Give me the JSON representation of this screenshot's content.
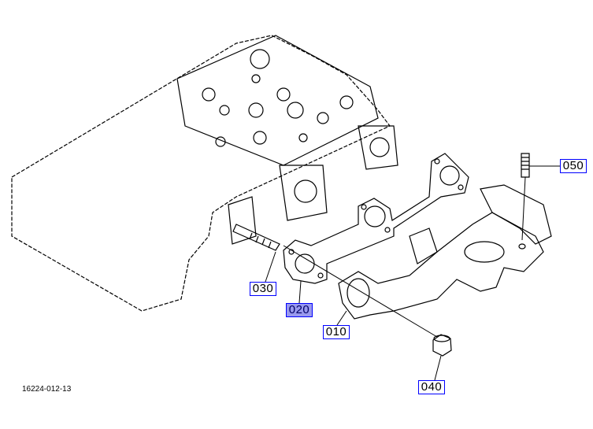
{
  "diagram_ref": "16224-012-13",
  "callouts": [
    {
      "id": "050",
      "selected": false
    },
    {
      "id": "030",
      "selected": false
    },
    {
      "id": "020",
      "selected": true
    },
    {
      "id": "010",
      "selected": false
    },
    {
      "id": "040",
      "selected": false
    }
  ],
  "colors": {
    "callout_border": "#0000ff",
    "selected_fill": "#9999ee"
  }
}
